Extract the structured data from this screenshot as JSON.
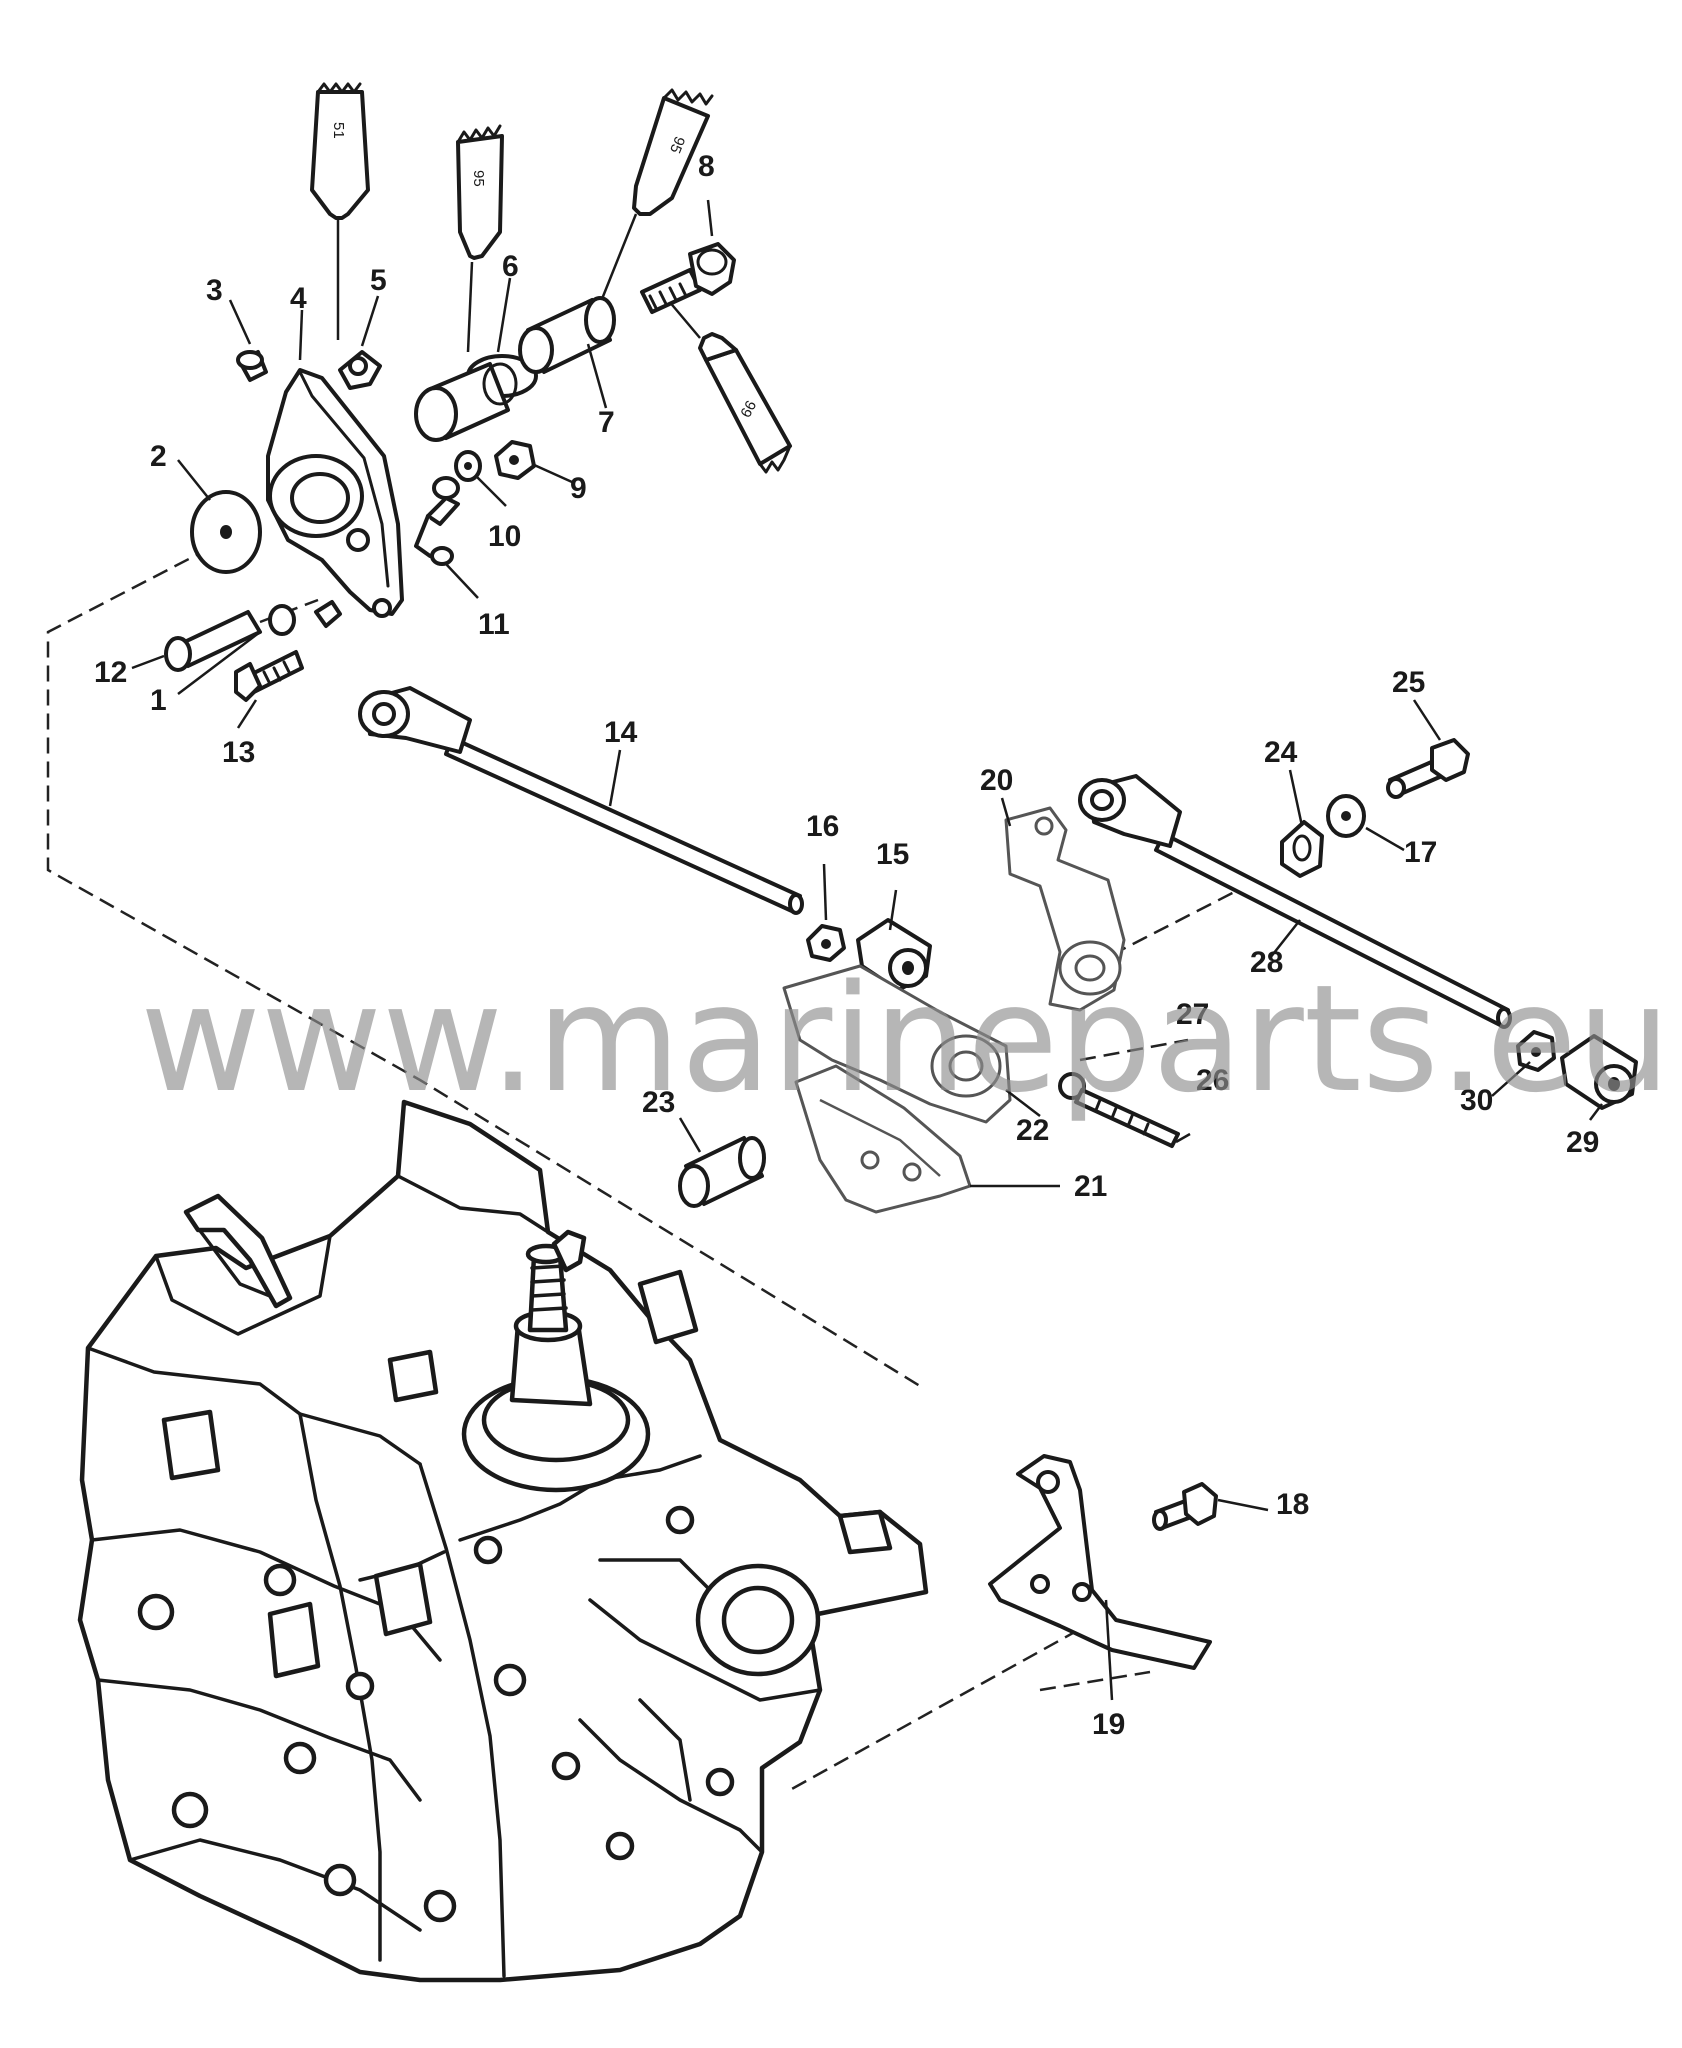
{
  "diagram": {
    "callouts": [
      {
        "id": "c1",
        "label": "1"
      },
      {
        "id": "c2",
        "label": "2"
      },
      {
        "id": "c3",
        "label": "3"
      },
      {
        "id": "c4",
        "label": "4"
      },
      {
        "id": "c5",
        "label": "5"
      },
      {
        "id": "c6",
        "label": "6"
      },
      {
        "id": "c7",
        "label": "7"
      },
      {
        "id": "c8",
        "label": "8"
      },
      {
        "id": "c9",
        "label": "9"
      },
      {
        "id": "c10",
        "label": "10"
      },
      {
        "id": "c11",
        "label": "11"
      },
      {
        "id": "c12",
        "label": "12"
      },
      {
        "id": "c13",
        "label": "13"
      },
      {
        "id": "c14",
        "label": "14"
      },
      {
        "id": "c15",
        "label": "15"
      },
      {
        "id": "c16",
        "label": "16"
      },
      {
        "id": "c17",
        "label": "17"
      },
      {
        "id": "c18",
        "label": "18"
      },
      {
        "id": "c19",
        "label": "19"
      },
      {
        "id": "c20",
        "label": "20"
      },
      {
        "id": "c21",
        "label": "21"
      },
      {
        "id": "c22",
        "label": "22"
      },
      {
        "id": "c23",
        "label": "23"
      },
      {
        "id": "c24",
        "label": "24"
      },
      {
        "id": "c25",
        "label": "25"
      },
      {
        "id": "c26",
        "label": "26"
      },
      {
        "id": "c27",
        "label": "27"
      },
      {
        "id": "c28",
        "label": "28"
      },
      {
        "id": "c29",
        "label": "29"
      },
      {
        "id": "c30",
        "label": "30"
      }
    ],
    "lubricant_tubes": [
      {
        "id": "t1",
        "code": "51"
      },
      {
        "id": "t2",
        "code": "95"
      },
      {
        "id": "t3",
        "code": "95"
      },
      {
        "id": "t4",
        "code": "66"
      }
    ]
  },
  "watermark": {
    "text": "www.marineparts.eu"
  }
}
